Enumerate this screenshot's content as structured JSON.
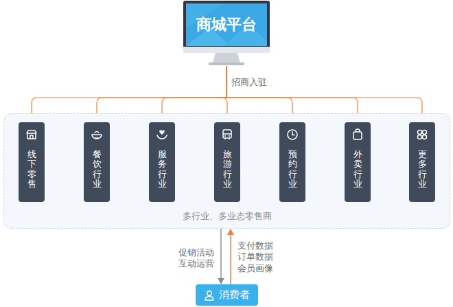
{
  "diagram": {
    "nodes": [
      {
        "text": [
          "商城平台"
        ]
      },
      {
        "text": [
          "多行业、多业态零售商"
        ]
      },
      {
        "text": [
          "线下零售"
        ],
        "in": 1
      },
      {
        "text": [
          "餐饮行业"
        ],
        "in": 1
      },
      {
        "text": [
          "服务行业"
        ],
        "in": 1
      },
      {
        "text": [
          "旅游行业"
        ],
        "in": 1
      },
      {
        "text": [
          "预约行业"
        ],
        "in": 1
      },
      {
        "text": [
          "外卖行业"
        ],
        "in": 1
      },
      {
        "text": [
          "更多行业"
        ],
        "in": 1
      },
      {
        "text": [
          "消费者"
        ]
      }
    ],
    "edges": [
      {
        "from": 0,
        "to": 2,
        "arrow": "none"
      },
      {
        "from": 0,
        "to": 3,
        "arrow": "none"
      },
      {
        "from": 0,
        "to": 4,
        "arrow": "none"
      },
      {
        "from": 0,
        "to": 5,
        "label": "招商入驻",
        "arrow": "none"
      },
      {
        "from": 0,
        "to": 6,
        "arrow": "none"
      },
      {
        "from": 0,
        "to": 7,
        "arrow": "none"
      },
      {
        "from": 0,
        "to": 8,
        "arrow": "none"
      },
      {
        "from": 1,
        "to": 9,
        "label": "促销活动 互动运营",
        "arrow": "to"
      },
      {
        "from": 9,
        "to": 1,
        "label": "支付数据 订单数据 会员画像",
        "arrow": "to"
      }
    ]
  }
}
